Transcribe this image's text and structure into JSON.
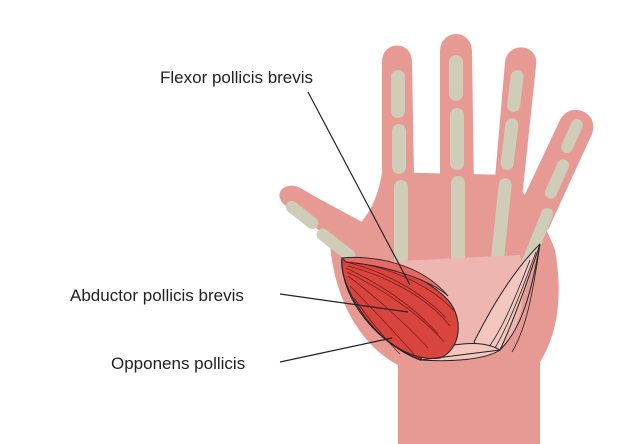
{
  "labels": {
    "flexor_pollicis_brevis": "Flexor pollicis brevis",
    "abductor_pollicis_brevis": "Abductor pollicis brevis",
    "opponens_pollicis": "Opponens pollicis"
  },
  "colors": {
    "skin": "#e79a94",
    "skin_light": "#eeb6b0",
    "bone": "#cfccb7",
    "muscle": "#d8453f",
    "muscle_dark": "#b22e2a",
    "tendon": "#f3c6c0",
    "line": "#222222"
  }
}
